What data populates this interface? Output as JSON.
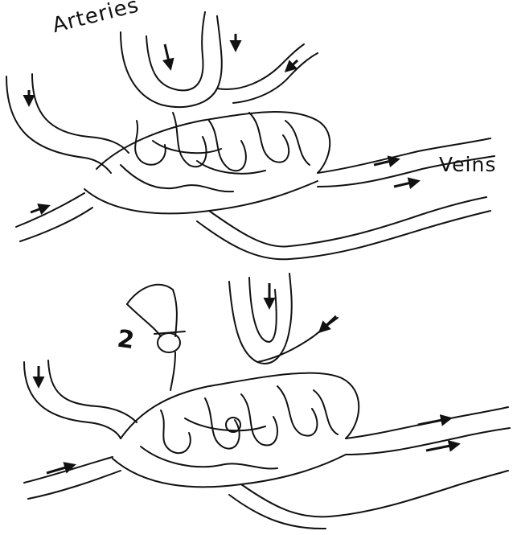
{
  "labels": {
    "arteries": "Arteries",
    "veins": "Veins",
    "ligature_mark": "2"
  },
  "colors": {
    "ink": "#111111",
    "background": "#ffffff"
  }
}
